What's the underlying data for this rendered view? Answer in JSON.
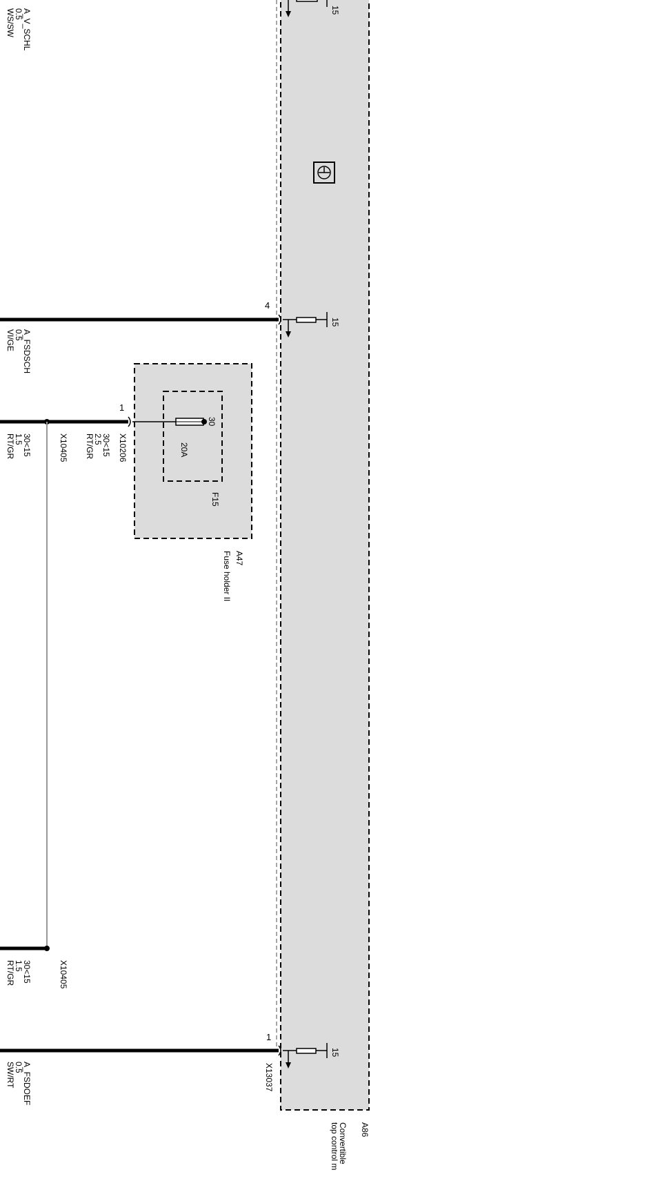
{
  "wires": {
    "w1": {
      "signal": "A_V_SCHL",
      "size": "0.5",
      "color": "WS/SW"
    },
    "w2": {
      "signal": "A_FSDSCH",
      "size": "0.5",
      "color": "VI/GE"
    },
    "w3": {
      "source": "30<15",
      "size": "2.5",
      "color": "RT/GR",
      "connector": "X10206",
      "splice": "X10405"
    },
    "w4": {
      "source": "30<15",
      "size": "1.5",
      "color": "RT/GR"
    },
    "w5": {
      "source": "30<15",
      "size": "1.5",
      "color": "RT/GR",
      "splice": "X10405"
    },
    "w6": {
      "signal": "A_FSDOEF",
      "size": "0.5",
      "color": "SW/RT"
    }
  },
  "pins": {
    "p_top": "4",
    "p_fuse": "1",
    "p_bottom": "1"
  },
  "terminals": {
    "t_top": "15",
    "t_mid": "15",
    "t_bottom": "15"
  },
  "connector_bottom": "X13037",
  "fuse": {
    "terminal": "30",
    "rating": "20A",
    "ref": "F15"
  },
  "fuse_holder": {
    "ref": "A47",
    "name": "Fuse holder II"
  },
  "module": {
    "ref": "A86",
    "line1": "Convertible",
    "line2": "top control m"
  },
  "icons": {
    "module_symbol": "control-unit-icon"
  },
  "colors": {
    "module_fill": "#dcdcdc",
    "wire": "#000000",
    "splice_wire": "#999999"
  }
}
